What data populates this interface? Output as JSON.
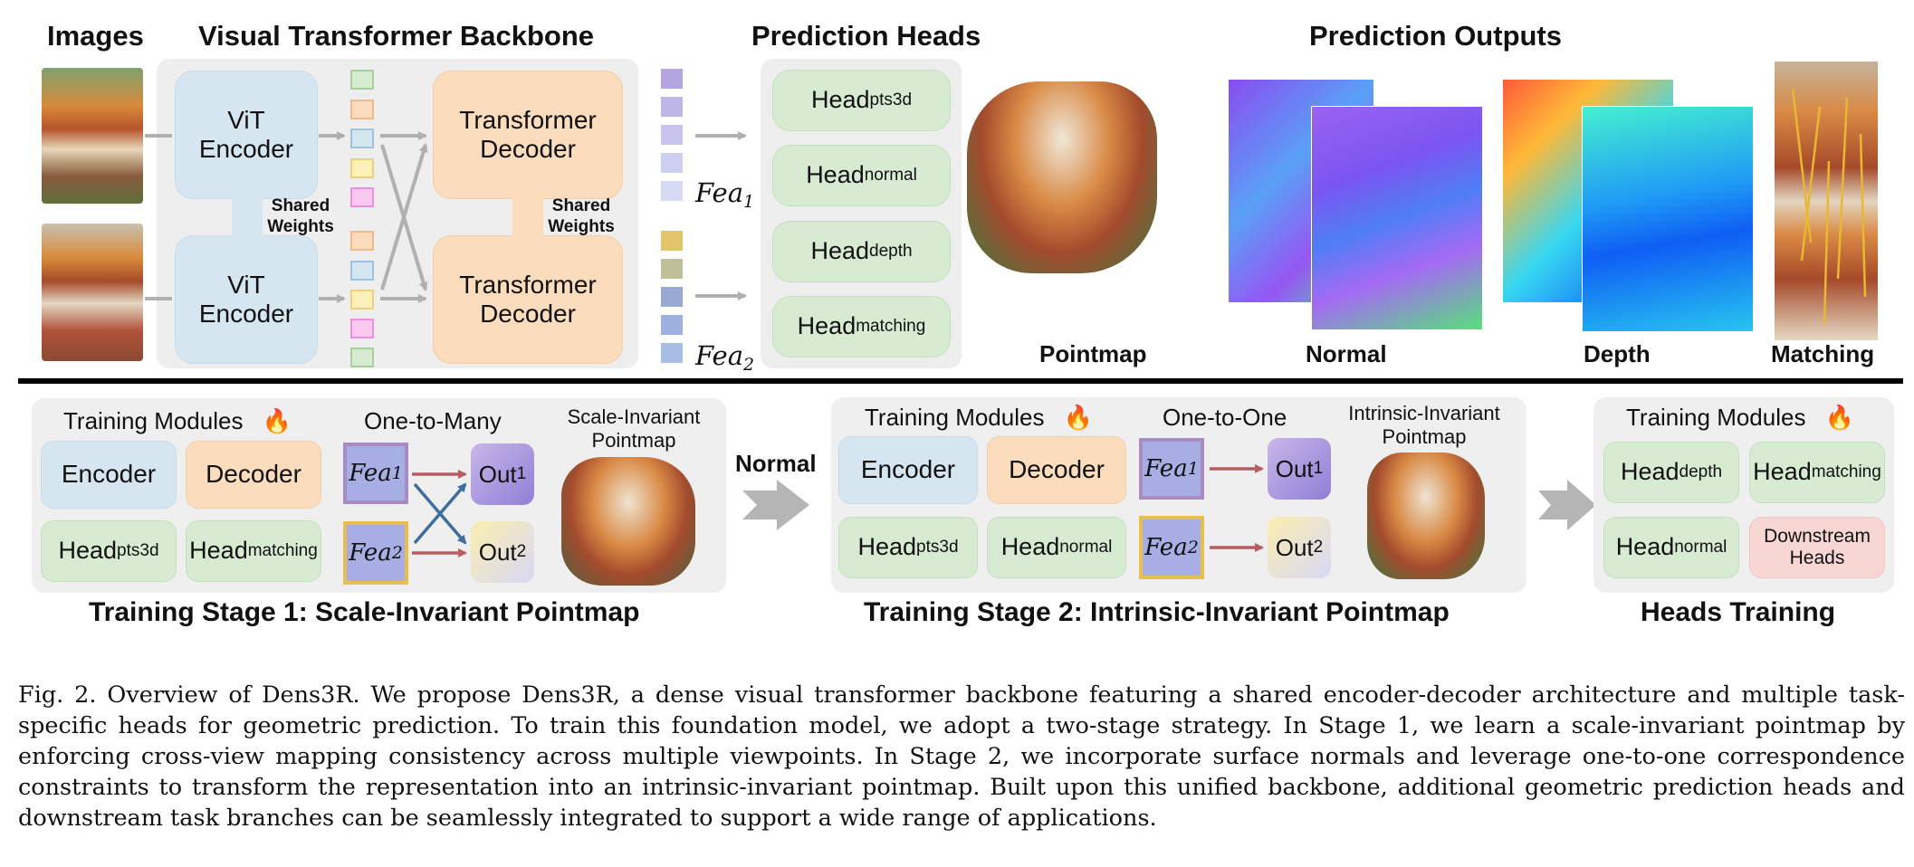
{
  "top": {
    "images_title": "Images",
    "backbone_title": "Visual Transformer Backbone",
    "heads_title": "Prediction Heads",
    "outputs_title": "Prediction Outputs",
    "encoder_label_1": "ViT",
    "encoder_label_2": "Encoder",
    "decoder_label_1": "Transformer",
    "decoder_label_2": "Decoder",
    "shared_1": "Shared",
    "shared_2": "Weights",
    "fea1_base": "Fea",
    "fea1_sub": "1",
    "fea2_base": "Fea",
    "fea2_sub": "2",
    "heads": [
      {
        "base": "Head",
        "sub": "pts3d"
      },
      {
        "base": "Head",
        "sub": "normal"
      },
      {
        "base": "Head",
        "sub": "depth"
      },
      {
        "base": "Head",
        "sub": "matching"
      }
    ],
    "outputs": [
      "Pointmap",
      "Normal",
      "Depth",
      "Matching"
    ]
  },
  "stage1": {
    "modules_title": "Training Modules",
    "encoder": "Encoder",
    "decoder": "Decoder",
    "head_a_base": "Head",
    "head_a_sub": "pts3d",
    "head_b_base": "Head",
    "head_b_sub": "matching",
    "mapping_title": "One-to-Many",
    "fea1_base": "Fea",
    "fea1_sub": "1",
    "fea2_base": "Fea",
    "fea2_sub": "2",
    "out1_base": "Out",
    "out1_sub": "1",
    "out2_base": "Out",
    "out2_sub": "2",
    "result_1": "Scale-Invariant",
    "result_2": "Pointmap",
    "stage_title": "Training Stage 1: Scale-Invariant Pointmap"
  },
  "arrow_normal": "Normal",
  "stage2": {
    "modules_title": "Training Modules",
    "encoder": "Encoder",
    "decoder": "Decoder",
    "head_a_base": "Head",
    "head_a_sub": "pts3d",
    "head_b_base": "Head",
    "head_b_sub": "normal",
    "mapping_title": "One-to-One",
    "fea1_base": "Fea",
    "fea1_sub": "1",
    "fea2_base": "Fea",
    "fea2_sub": "2",
    "out1_base": "Out",
    "out1_sub": "1",
    "out2_base": "Out",
    "out2_sub": "2",
    "result_1": "Intrinsic-Invariant",
    "result_2": "Pointmap",
    "stage_title": "Training Stage 2:  Intrinsic-Invariant Pointmap"
  },
  "stage3": {
    "modules_title": "Training Modules",
    "head_a_base": "Head",
    "head_a_sub": "depth",
    "head_b_base": "Head",
    "head_b_sub": "matching",
    "head_c_base": "Head",
    "head_c_sub": "normal",
    "downstream_1": "Downstream",
    "downstream_2": "Heads",
    "stage_title": "Heads Training"
  },
  "caption": "Fig. 2.  Overview of Dens3R. We propose Dens3R, a dense visual transformer backbone featuring a shared encoder-decoder architecture and multiple task-specific heads for geometric prediction. To train this foundation model, we adopt a two-stage strategy. In Stage 1, we learn a scale-invariant pointmap by enforcing cross-view mapping consistency across multiple viewpoints. In Stage 2, we incorporate surface normals and leverage one-to-one correspondence constraints to transform the representation into an intrinsic-invariant pointmap. Built upon this unified backbone, additional geometric prediction heads and downstream task branches can be seamlessly integrated to support a wide range of applications.",
  "colors": {
    "encoder": "#d6e6f1",
    "decoder": "#fbdcbc",
    "head": "#d6ebd1",
    "downstream": "#f8d6d4",
    "fea_border_1": "#a98bc4",
    "fea_border_2": "#e8be4f",
    "fea_fill": "#a6aee3",
    "arrow_red": "#b85c63",
    "arrow_blue": "#3d6e9e"
  }
}
